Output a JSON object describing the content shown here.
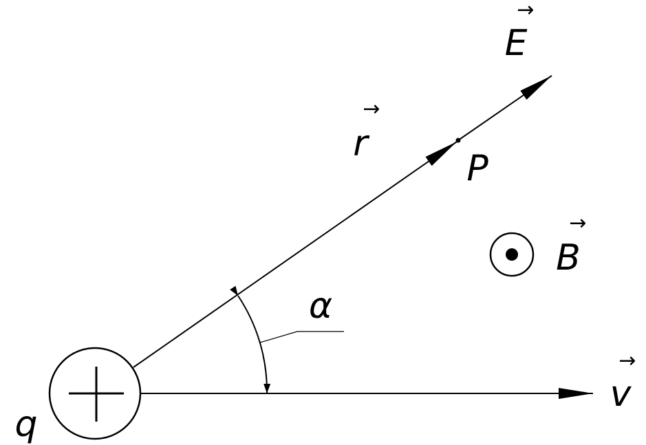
{
  "diagram": {
    "colors": {
      "ink": "#000000",
      "background": "#ffffff"
    },
    "labels": {
      "charge": "q",
      "position_vector": "r",
      "point": "P",
      "electric_field": "E",
      "magnetic_field": "B",
      "velocity": "v",
      "angle": "α",
      "vector_arrow": "→"
    },
    "icons": {
      "charge_sign": "plus-sign-icon",
      "field_out_of_page": "dot-in-circle-icon"
    }
  }
}
